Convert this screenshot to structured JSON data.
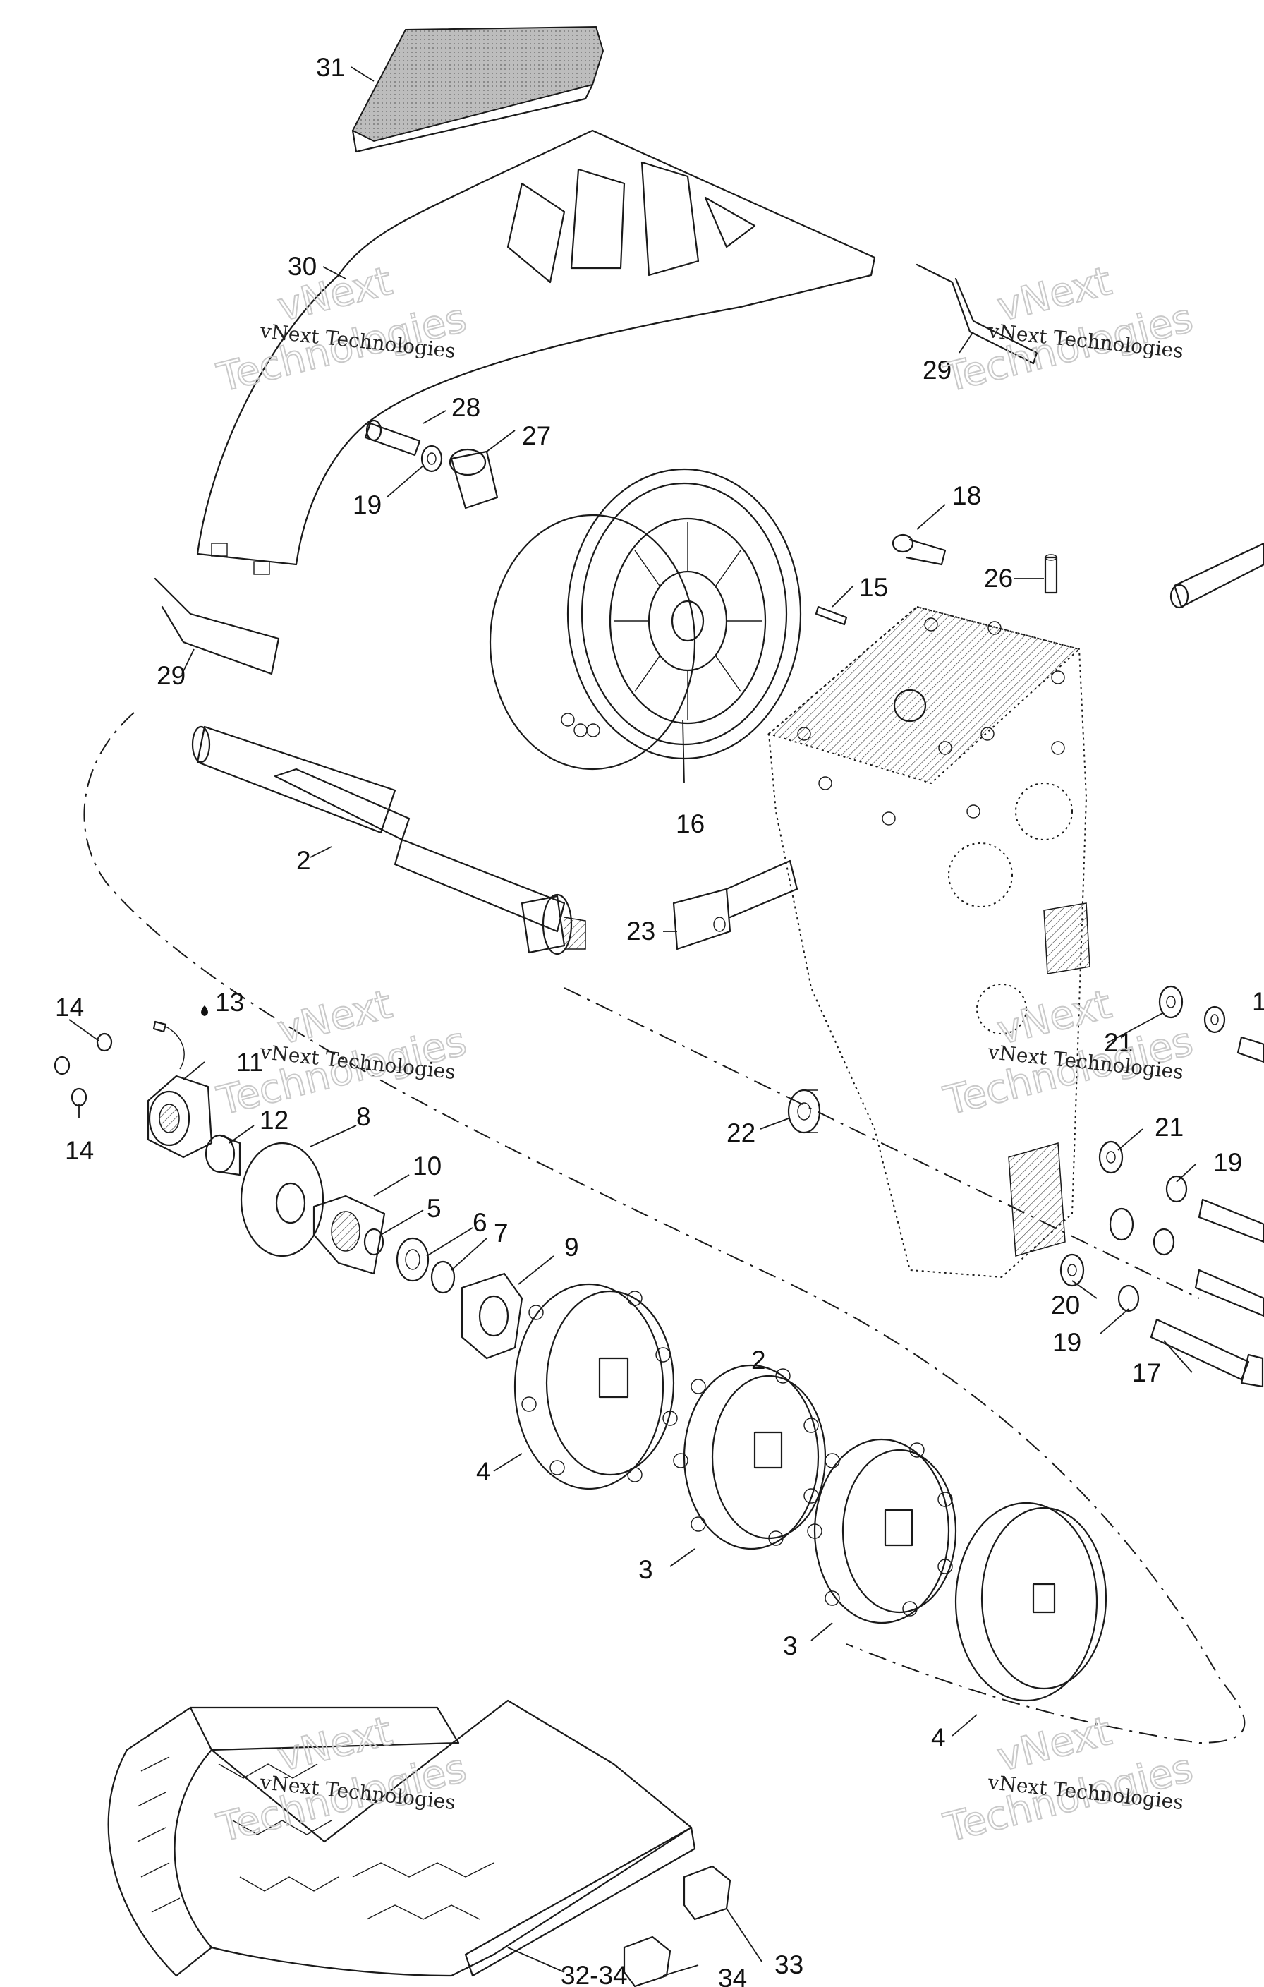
{
  "callouts": {
    "c31": "31",
    "c30": "30",
    "c29a": "29",
    "c29b": "29",
    "c28": "28",
    "c27": "27",
    "c19a": "19",
    "c18": "18",
    "c15": "15",
    "c26": "26",
    "c16": "16",
    "c2a": "2",
    "c23": "23",
    "c14a": "14",
    "c13": "13",
    "c11": "11",
    "c14b": "14",
    "c12": "12",
    "c8": "8",
    "c10": "10",
    "c5": "5",
    "c6": "6",
    "c7": "7",
    "c9": "9",
    "c22": "22",
    "c21a": "21",
    "c21b": "21",
    "c19b": "19",
    "c19c": "19",
    "c20": "20",
    "c17": "17",
    "c1partial": "1",
    "c2b": "2",
    "c4a": "4",
    "c3a": "3",
    "c3b": "3",
    "c4b": "4",
    "c33": "33",
    "c3234": "32-34",
    "c34": "34"
  },
  "watermark": {
    "small": "vNext Technologies",
    "big_line1": "vNext",
    "big_line2": "Technologies"
  }
}
